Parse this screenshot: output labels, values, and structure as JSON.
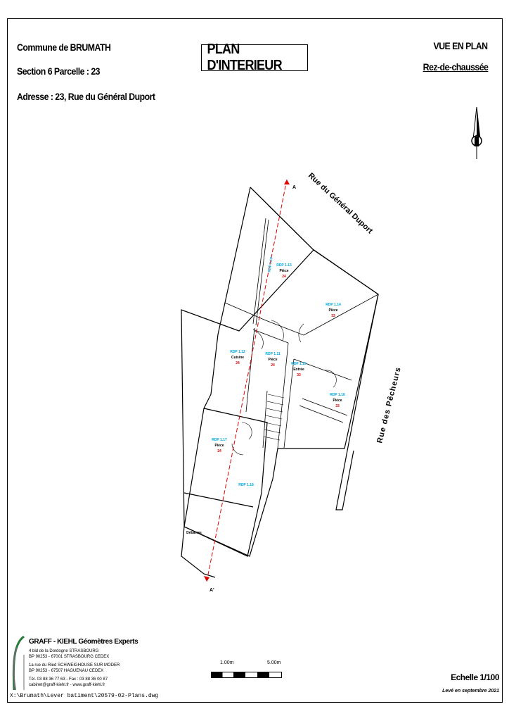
{
  "header": {
    "commune": "Commune de BRUMATH",
    "section": "Section 6 Parcelle : 23",
    "adresse": "Adresse : 23, Rue du Général Duport",
    "title": "PLAN D'INTERIEUR",
    "vue": "VUE EN PLAN",
    "niveau": "Rez-de-chaussée"
  },
  "streets": {
    "street1": "Rue du Général Duport",
    "street2": "Rue des Pêcheurs"
  },
  "rooms": [
    {
      "code": "RDP 1.14",
      "name": "Pièce",
      "area": "33"
    },
    {
      "code": "RDP 1.13",
      "name": "Pièce",
      "area": "24"
    },
    {
      "code": "RDP 1.12",
      "name": "Cuisine",
      "area": "24"
    },
    {
      "code": "RDP 1.11",
      "name": "Pièce",
      "area": "24"
    },
    {
      "code": "RDP 1.15",
      "name": "Entrée",
      "area": "33"
    },
    {
      "code": "RDP 1.16",
      "name": "Pièce",
      "area": "33"
    },
    {
      "code": "RDP 1.17",
      "name": "Pièce",
      "area": "24"
    },
    {
      "code": "RDP 1.18",
      "name": "",
      "area": ""
    },
    {
      "code": "RDP 1.19",
      "name": "",
      "area": ""
    },
    {
      "code": "",
      "name": "Débarras",
      "area": ""
    }
  ],
  "footer": {
    "company": "GRAFF - KIEHL Géomètres Experts",
    "addr1": "4 bld de la Dordogne STRASBOURG",
    "addr2": "BP 90253 - 67001 STRASBOURG CEDEX",
    "addr3": "1a rue du Ried SCHWEIGHOUSE SUR MODER",
    "addr4": "BP 90253 - 67507 HAGUENAU CEDEX",
    "tel": "Tél. 03 88 36 77 63 - Fax : 03 88 36 00 87",
    "web": "cabinet@graff-kiehl.fr - www.graff-kiehl.fr",
    "scale_label_1": "1.00m",
    "scale_label_2": "5.00m",
    "echelle": "Echelle 1/100",
    "leve": "Levé en septembre 2021",
    "file_path": "X:\\Brumath\\Lever batiment\\20579-02-Plans.dwg"
  }
}
